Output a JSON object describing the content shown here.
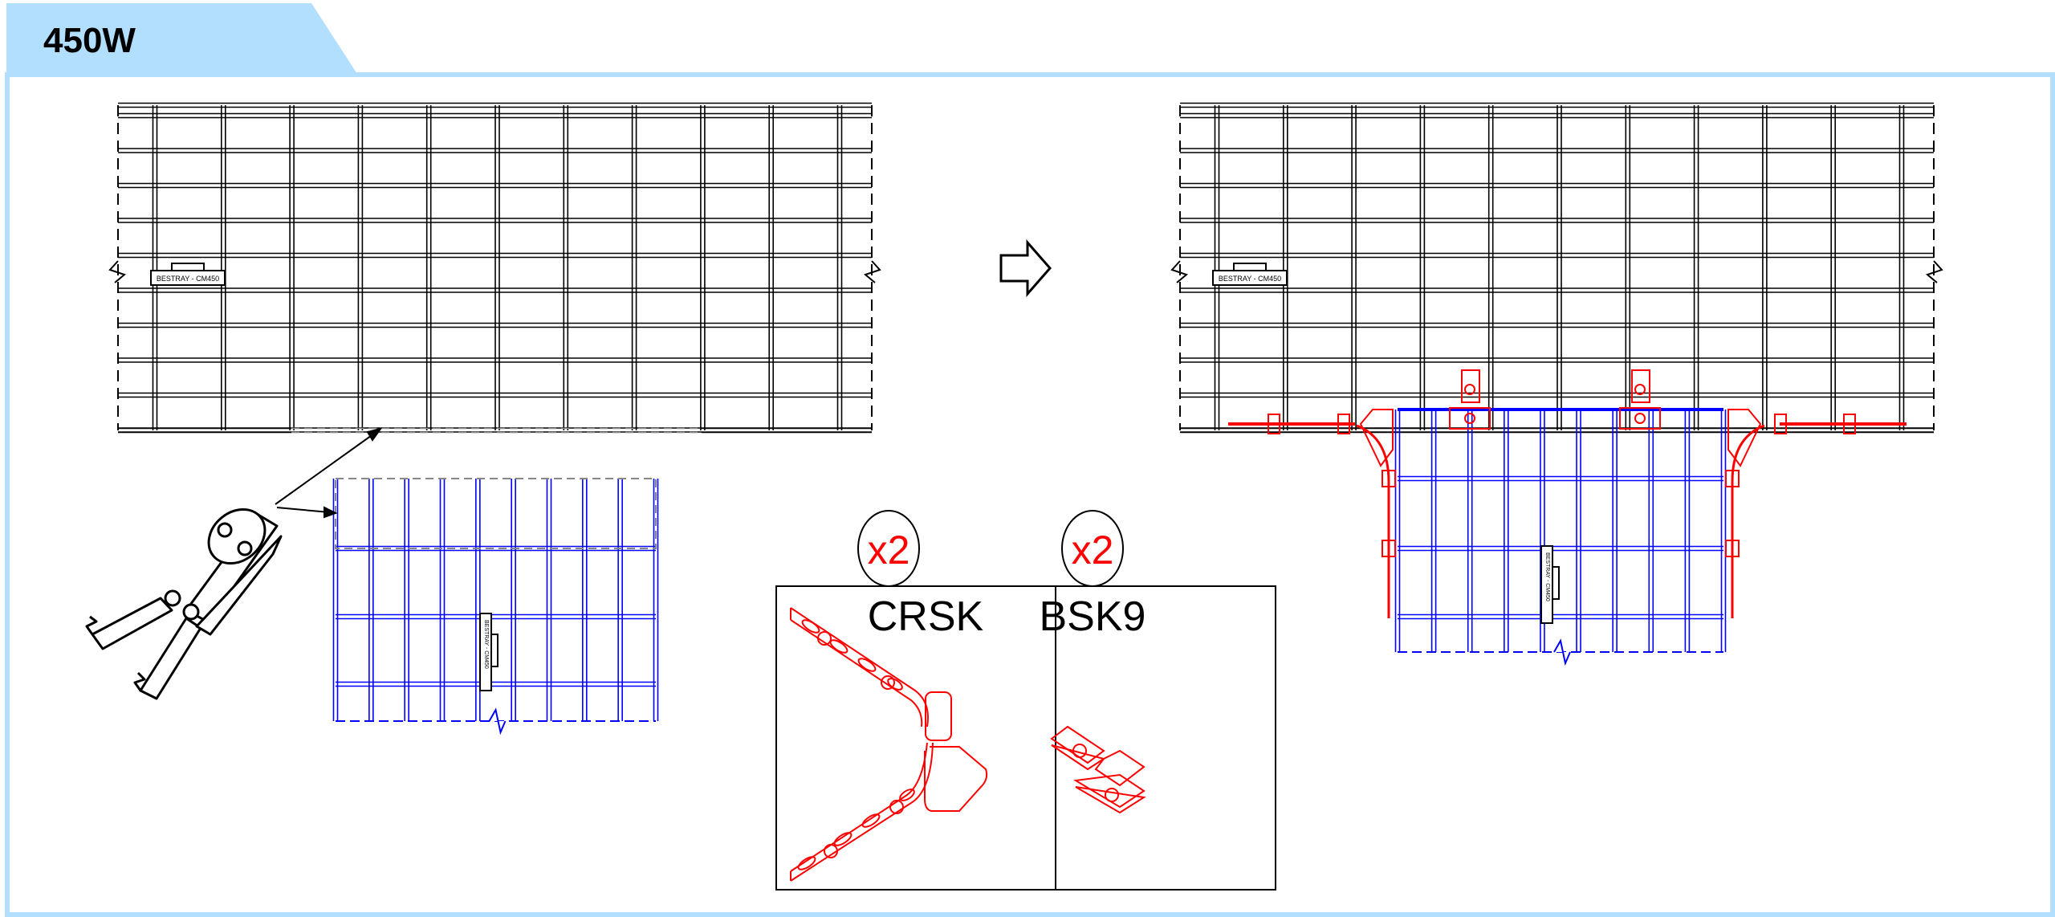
{
  "header": {
    "title": "450W"
  },
  "tray_label": "BESTRAY - CM450",
  "parts": [
    {
      "qty": "x2",
      "name": "CRSK"
    },
    {
      "qty": "x2",
      "name": "BSK9"
    }
  ],
  "colors": {
    "tab": "#b3dfff",
    "wire": "#000000",
    "cut_piece": "#0000ff",
    "fittings": "#ff0000",
    "qty_text": "#ff0000"
  }
}
